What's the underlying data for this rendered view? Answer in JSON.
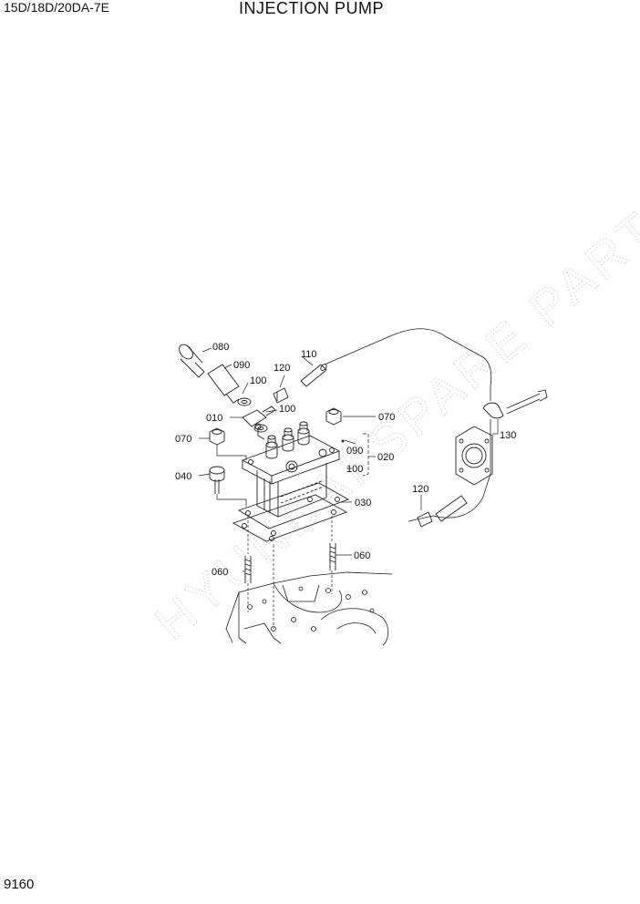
{
  "header": {
    "model": "15D/18D/20DA-7E",
    "title": "INJECTION PUMP"
  },
  "footer": {
    "page_number": "9160"
  },
  "watermark": {
    "text": "HYUNDAI SPARE PARTS"
  },
  "callouts": {
    "c080": "080",
    "c090_top": "090",
    "c100_top": "100",
    "c120_top": "120",
    "c110": "110",
    "c100_mid": "100",
    "c010": "010",
    "c070_right": "070",
    "c070_left": "070",
    "c090_right": "090",
    "c020": "020",
    "c100_right": "100",
    "c040": "040",
    "c030": "030",
    "c130": "130",
    "c120_right": "120",
    "c060_left": "060",
    "c060_right": "060"
  }
}
